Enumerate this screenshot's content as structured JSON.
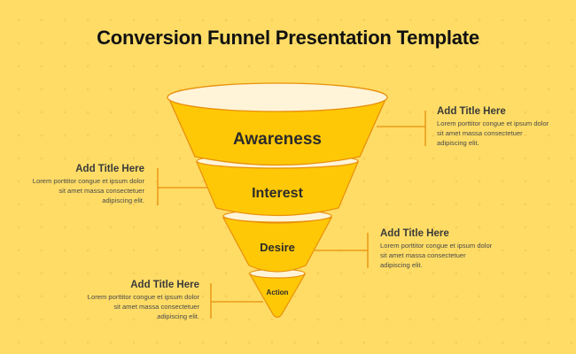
{
  "title": "Conversion Funnel Presentation Template",
  "colors": {
    "background": "#FEDC66",
    "funnel_fill": "#FFC806",
    "funnel_stroke": "#E8900A",
    "rim": "#FFF4D8",
    "connector": "#E8900A"
  },
  "stages": [
    {
      "label": "Awareness"
    },
    {
      "label": "Interest"
    },
    {
      "label": "Desire"
    },
    {
      "label": "Action"
    }
  ],
  "callouts": [
    {
      "title": "Add Title Here",
      "body": "Lorem porttitor congue et ipsum dolor sit amet massa consectetuer adipiscing elit."
    },
    {
      "title": "Add Title Here",
      "body": "Lorem porttitor congue et ipsum dolor sit amet massa consectetuer adipiscing elit."
    },
    {
      "title": "Add Title Here",
      "body": "Lorem porttitor congue et ipsum dolor sit amet massa consectetuer adipiscing elit."
    },
    {
      "title": "Add Title Here",
      "body": "Lorem porttitor congue et ipsum dolor sit amet massa consectetuer adipiscing elit."
    }
  ]
}
